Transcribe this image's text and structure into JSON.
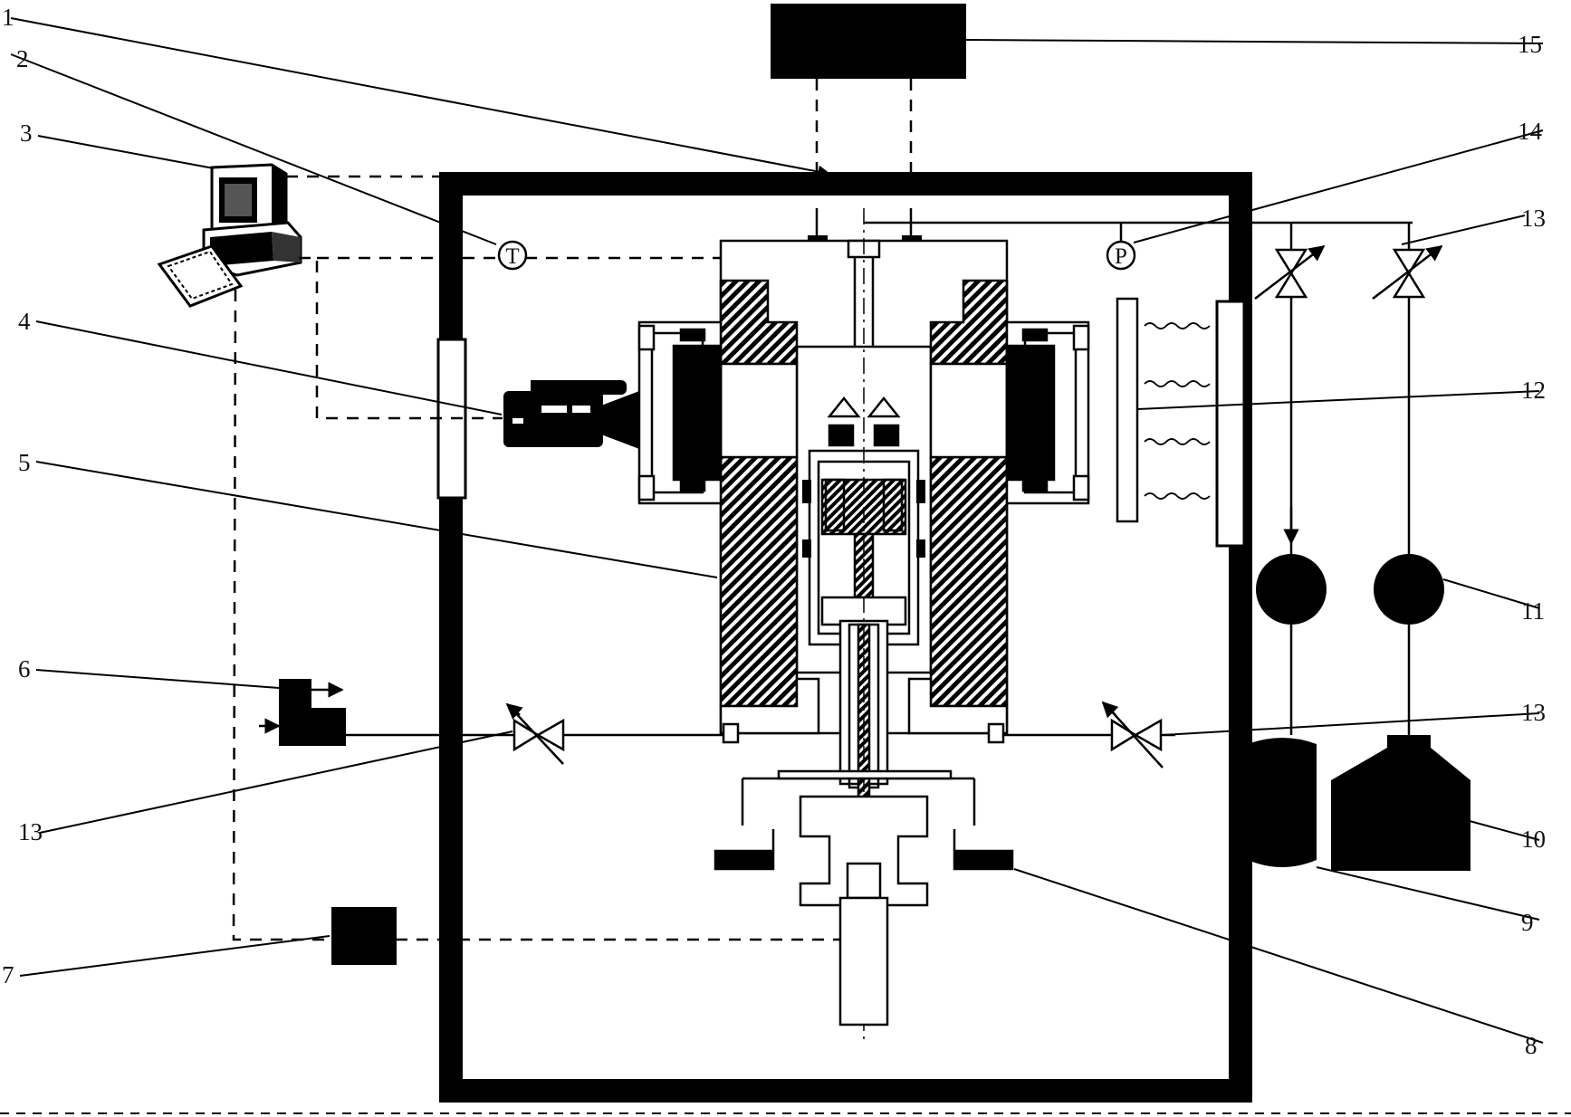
{
  "labels": {
    "l1": "1",
    "l2": "2",
    "l3": "3",
    "l4": "4",
    "l5": "5",
    "l6": "6",
    "l7": "7",
    "l8": "8",
    "l9": "9",
    "l10": "10",
    "l11": "11",
    "l12": "12",
    "l13a": "13",
    "l13b": "13",
    "l13c": "13",
    "l14": "14",
    "l15": "15"
  },
  "symbols": {
    "temperature": "T",
    "pressure": "P"
  }
}
